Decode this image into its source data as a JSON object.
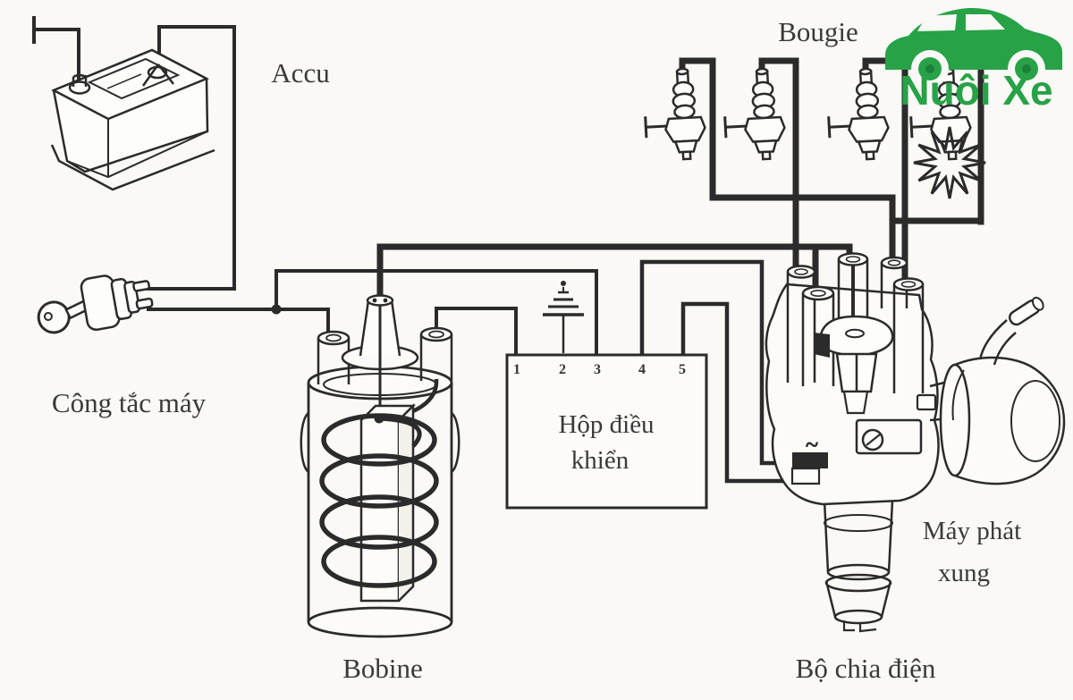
{
  "canvas": {
    "background": "#faf9f6",
    "ink": "#2b2b2b",
    "label_color": "#3a3a3a"
  },
  "logo": {
    "brand": "Nuôi Xe",
    "color": "#28a247",
    "icon": "car-icon"
  },
  "labels": {
    "battery": "Accu",
    "spark_plugs": "Bougie",
    "ignition_switch": "Công tắc máy",
    "coil": "Bobine",
    "control_box_line1": "Hộp điều",
    "control_box_line2": "khiển",
    "pulse_generator_line1": "Máy phát",
    "pulse_generator_line2": "xung",
    "distributor": "Bộ chia điện",
    "ac_symbol": "~"
  },
  "control_box": {
    "terminals": [
      "1",
      "2",
      "3",
      "4",
      "5"
    ]
  }
}
